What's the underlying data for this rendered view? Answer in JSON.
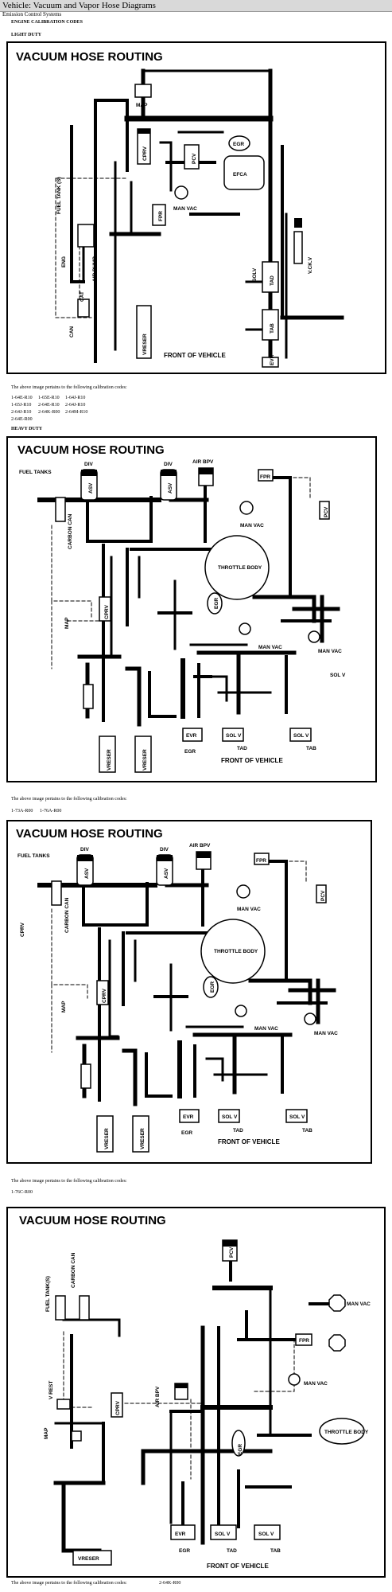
{
  "header": {
    "title": "Vehicle:  Vacuum and Vapor Hose Diagrams",
    "subtitle": "Emission Control Systems"
  },
  "sections": {
    "engine_calibration_codes": "ENGINE CALIBRATION CODES",
    "light_duty": "LIGHT DUTY",
    "heavy_duty": "HEAVY DUTY"
  },
  "note_text": "The above image pertains to the following calibration codes:",
  "diagrams": [
    {
      "title": "VACUUM HOSE ROUTING",
      "labels": {
        "map": "MAP",
        "cprv": "CPRV",
        "pcv": "PCV",
        "egr": "EGR",
        "efca": "EFCA",
        "fpr": "FPR",
        "man_vac": "MAN VAC",
        "fuel_tanks": "FUEL TANK (S)",
        "air_pump": "AIR PUMP",
        "eng": "ENG",
        "cat": "CAT",
        "can": "CAN",
        "vreser": "VRESER",
        "vckv": "V.CK.V",
        "solv": "SOLV",
        "tad": "TAD",
        "tab": "TAB",
        "evr": "EVR",
        "front": "FRONT OF VEHICLE"
      },
      "codes": [
        "1-64E-R10",
        "1-65E-R10",
        "1-64J-R10",
        "1-65J-R10",
        "2-64E-R10",
        "2-64J-R10",
        "2-64J-R10",
        "2-64K-R00",
        "2-64M-R10",
        "2-64E-R00"
      ]
    },
    {
      "title": "VACUUM HOSE ROUTING",
      "labels": {
        "fuel_tanks": "FUEL TANKS",
        "div": "DIV",
        "asv": "ASV",
        "air_bpv": "AIR BPV",
        "fpr": "FPR",
        "carbon_can": "CARBON CAN",
        "man_vac": "MAN VAC",
        "pcv": "PCV",
        "cprv": "CPRV",
        "throttle_body": "THROTTLE BODY",
        "egr": "EGR",
        "map": "MAP",
        "solv": "SOL V",
        "vreser": "VRESER",
        "evr": "EVR",
        "tad": "TAD",
        "tab": "TAB",
        "front": "FRONT OF VEHICLE"
      },
      "codes": [
        "1-73A-R00",
        "1-76A-R00"
      ]
    },
    {
      "title": "VACUUM HOSE ROUTING",
      "labels": {
        "fuel_tanks": "FUEL TANKS",
        "div": "DIV",
        "asv": "ASV",
        "air_bpv": "AIR BPV",
        "fpr": "FPR",
        "carbon_can": "CARBON CAN",
        "man_vac": "MAN VAC",
        "pcv": "PCV",
        "cprv": "CPRV",
        "throttle_body": "THROTTLE BODY",
        "egr": "EGR",
        "map": "MAP",
        "solv": "SOL V",
        "vreser": "VRESER",
        "evr": "EVR",
        "tad": "TAD",
        "tab": "TAB",
        "front": "FRONT OF VEHICLE"
      },
      "codes": [
        "1-76C-R00"
      ]
    },
    {
      "title": "VACUUM HOSE ROUTING",
      "labels": {
        "fuel_tanks": "FUEL TANK(S)",
        "carbon_can": "CARBON CAN",
        "vrest": "V REST",
        "cprv": "CPRV",
        "air_bpv": "AIR BPV",
        "pcv": "PCV",
        "fpr": "FPR",
        "man_vac": "MAN VAC",
        "map": "MAP",
        "egr": "EGR",
        "throttle_body": "THROTTLE BODY",
        "evr": "EVR",
        "solv": "SOL V",
        "tad": "TAD",
        "tab": "TAB",
        "vreser": "VRESER",
        "front": "FRONT OF VEHICLE"
      },
      "codes": [
        "2-64K-R00"
      ]
    }
  ]
}
